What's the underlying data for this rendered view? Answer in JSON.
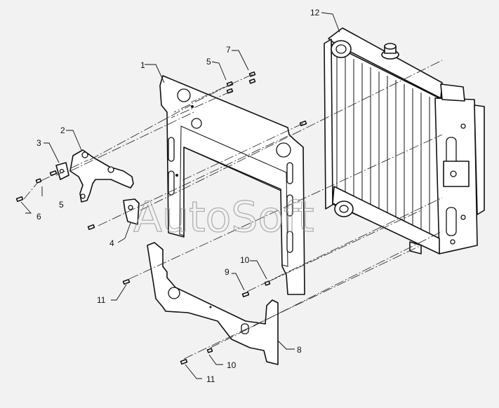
{
  "watermark": "AutoSoft",
  "callouts": [
    {
      "id": "c1",
      "text": "1"
    },
    {
      "id": "c2",
      "text": "2"
    },
    {
      "id": "c3",
      "text": "3"
    },
    {
      "id": "c4",
      "text": "4"
    },
    {
      "id": "c5a",
      "text": "5"
    },
    {
      "id": "c5b",
      "text": "5"
    },
    {
      "id": "c6",
      "text": "6"
    },
    {
      "id": "c7",
      "text": "7"
    },
    {
      "id": "c8",
      "text": "8"
    },
    {
      "id": "c9",
      "text": "9"
    },
    {
      "id": "c10a",
      "text": "10"
    },
    {
      "id": "c10b",
      "text": "10"
    },
    {
      "id": "c11a",
      "text": "11"
    },
    {
      "id": "c11b",
      "text": "11"
    },
    {
      "id": "c12",
      "text": "12"
    }
  ]
}
